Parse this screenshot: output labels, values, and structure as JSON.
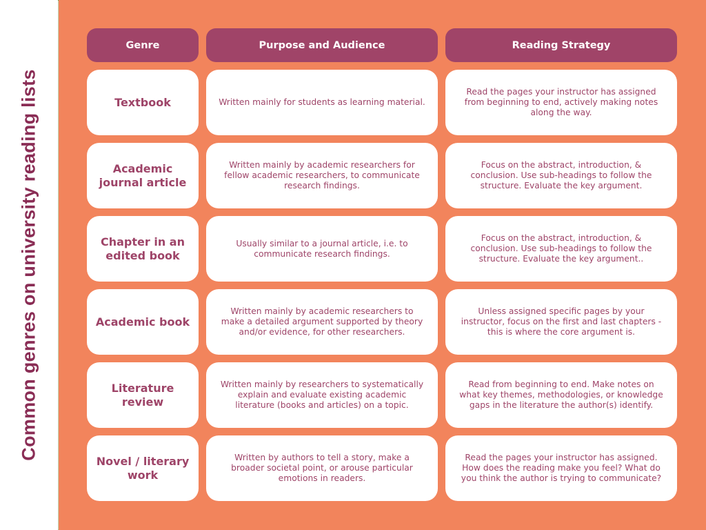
{
  "title": "Common genres on university reading lists",
  "headers": [
    "Genre",
    "Purpose and Audience",
    "Reading Strategy"
  ],
  "rows": [
    {
      "genre": "Textbook",
      "purpose": "Written mainly for students as learning material.",
      "strategy": "Read the pages your instructor has assigned from beginning to end, actively making notes along the way."
    },
    {
      "genre": "Academic journal article",
      "purpose": "Written mainly by academic researchers for fellow academic researchers, to communicate research findings.",
      "strategy": "Focus on the abstract, introduction, & conclusion. Use sub-headings to follow the structure. Evaluate the key argument."
    },
    {
      "genre": "Chapter in an edited book",
      "purpose": "Usually similar to a journal article, i.e. to communicate research findings.",
      "strategy": "Focus on the abstract, introduction, & conclusion. Use sub-headings to follow the structure. Evaluate the key argument.."
    },
    {
      "genre": "Academic book",
      "purpose": "Written mainly by academic researchers to make a detailed argument supported by theory and/or evidence, for other researchers.",
      "strategy": "Unless assigned specific pages by your instructor, focus on the first and last chapters - this is where the core argument is."
    },
    {
      "genre": "Literature review",
      "purpose": "Written mainly by researchers to systematically explain and evaluate existing academic literature (books and articles) on a topic.",
      "strategy": "Read from beginning to end. Make notes on what key themes, methodologies, or knowledge gaps in the literature the author(s) identify."
    },
    {
      "genre": "Novel / literary work",
      "purpose": "Written by authors to tell a story, make a broader societal point, or arouse particular emotions in readers.",
      "strategy": "Read the pages your instructor has assigned. How does the reading make you feel? What do you think the author is trying to communicate?"
    }
  ],
  "colors": {
    "background": "#F2845C",
    "header": "#A04468",
    "text": "#9E4468",
    "title": "#8A2D55"
  }
}
